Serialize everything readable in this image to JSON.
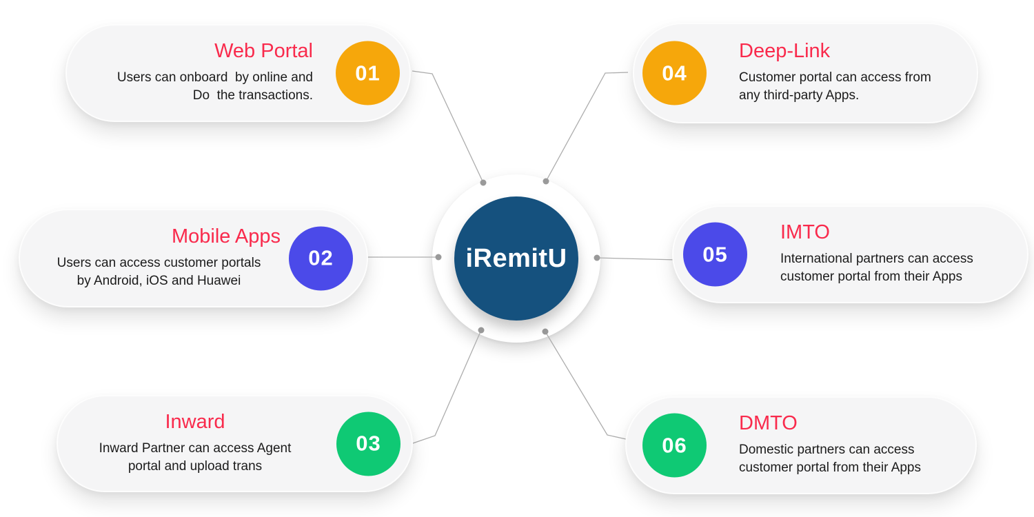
{
  "center": {
    "label": "iRemitU",
    "bg_color": "#15517E"
  },
  "cards": [
    {
      "id": "web-portal",
      "number": "01",
      "title": "Web Portal",
      "description": "Users can onboard  by online and\nDo  the transactions.",
      "badge_color": "#F6A70B"
    },
    {
      "id": "mobile-apps",
      "number": "02",
      "title": "Mobile Apps",
      "description": "Users can access customer portals\nby Android, iOS and Huawei",
      "badge_color": "#4B4AE9"
    },
    {
      "id": "inward",
      "number": "03",
      "title": "Inward",
      "description": "Inward Partner can access Agent\nportal and upload trans",
      "badge_color": "#0FC974"
    },
    {
      "id": "deep-link",
      "number": "04",
      "title": "Deep-Link",
      "description": "Customer portal can access from\nany third-party Apps.",
      "badge_color": "#F6A70B"
    },
    {
      "id": "imto",
      "number": "05",
      "title": "IMTO",
      "description": "International partners can access\ncustomer portal from their Apps",
      "badge_color": "#4B4AE9"
    },
    {
      "id": "dmto",
      "number": "06",
      "title": "DMTO",
      "description": "Domestic partners can access\ncustomer portal from their Apps",
      "badge_color": "#0FC974"
    }
  ],
  "colors": {
    "title_accent": "#F92A4C",
    "body_text": "#1B1B1B",
    "card_bg": "#F5F5F6",
    "connector_line": "#ADADAD",
    "connector_dot": "#9A9A9A",
    "badge_orange": "#F6A70B",
    "badge_blue": "#4B4AE9",
    "badge_green": "#0FC974",
    "center_blue": "#15517E"
  }
}
